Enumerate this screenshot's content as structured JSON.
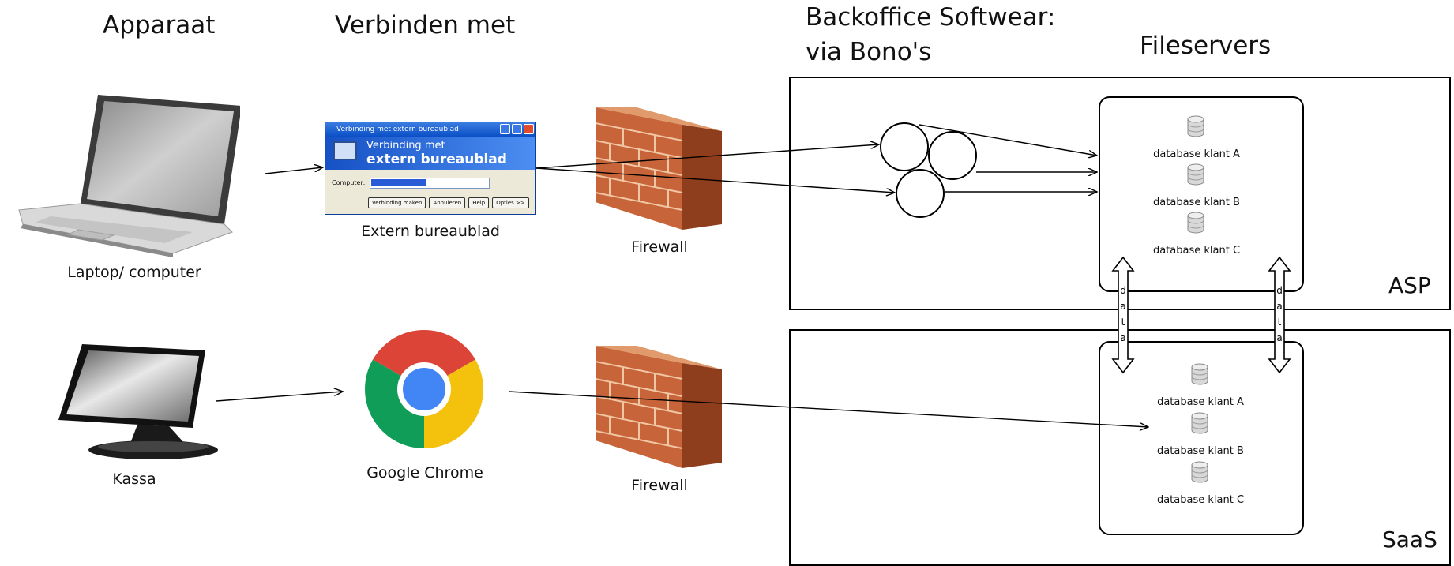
{
  "headers": {
    "apparaat": "Apparaat",
    "verbinden": "Verbinden met",
    "backoffice_line1": "Backoffice Softwear:",
    "backoffice_line2": "via Bono's",
    "fileservers": "Fileservers"
  },
  "devices": {
    "laptop_label": "Laptop/ computer",
    "kassa_label": "Kassa"
  },
  "connections": {
    "rdp_label": "Extern bureaublad",
    "chrome_label": "Google Chrome",
    "rdp_window": {
      "title": "Verbinding met extern bureaublad",
      "banner_line1": "Verbinding met",
      "banner_line2": "extern bureaublad",
      "computer_label": "Computer:",
      "buttons": [
        "Verbinding maken",
        "Annuleren",
        "Help",
        "Opties >>"
      ]
    }
  },
  "firewalls": {
    "top_label": "Firewall",
    "bottom_label": "Firewall"
  },
  "zones": {
    "asp_label": "ASP",
    "saas_label": "SaaS"
  },
  "asp_databases": [
    "database klant A",
    "database klant B",
    "database klant C"
  ],
  "saas_databases": [
    "database klant A",
    "database klant B",
    "database klant C"
  ],
  "data_link_label": "data",
  "colors": {
    "line": "#000000",
    "brick": "#c8643a",
    "chrome_red": "#db4437",
    "chrome_green": "#0f9d58",
    "chrome_yellow": "#f4c20d",
    "chrome_blue": "#4285f4"
  }
}
